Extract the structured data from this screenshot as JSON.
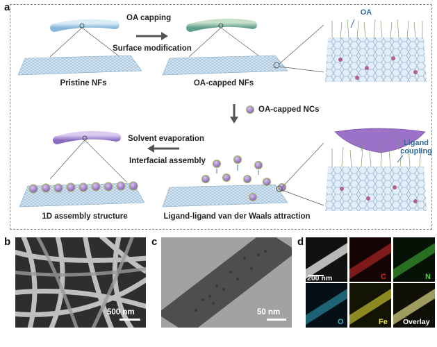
{
  "panel_a": {
    "label": "a",
    "step1": {
      "line1": "OA capping",
      "line2": "Surface modification"
    },
    "nc_legend": "OA-capped NCs",
    "step2": {
      "line1": "Solvent evaporation",
      "line2": "Interfacial assembly"
    },
    "captions": {
      "pristine": "Pristine NFs",
      "capped": "OA-capped NFs",
      "assembly": "1D assembly structure",
      "vdw": "Ligand-ligand van der Waals attraction"
    },
    "zoom_top_label": "OA",
    "zoom_bottom_label": {
      "line1": "Ligand",
      "line2": "coupling"
    }
  },
  "panel_b": {
    "label": "b",
    "scale": "500 nm"
  },
  "panel_c": {
    "label": "c",
    "scale": "50 nm"
  },
  "panel_d": {
    "label": "d",
    "scale": "200 nm",
    "tiles": [
      "",
      "C",
      "N",
      "O",
      "Fe",
      "Overlay"
    ]
  },
  "colors": {
    "nc_purple": "#9b7cc4",
    "sheet_blue": "#b8d3e8",
    "carbon_red": "#d63030",
    "nitrogen_green": "#4fbf3a",
    "oxygen_cyan": "#3aa8c8",
    "iron_yellow": "#e8e040"
  }
}
